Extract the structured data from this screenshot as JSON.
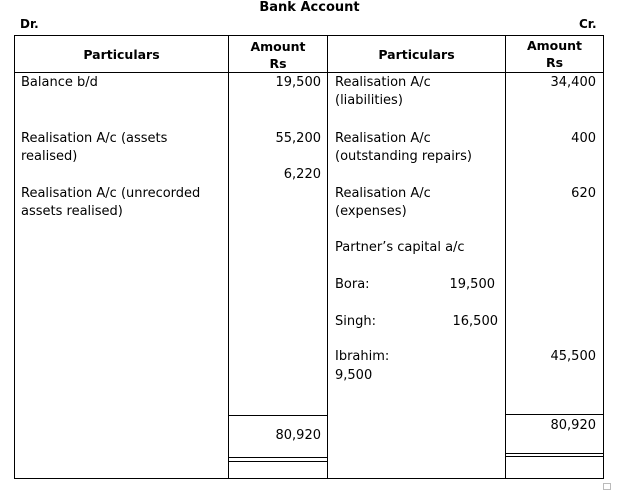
{
  "title": "Bank Account",
  "dr_label": "Dr.",
  "cr_label": "Cr.",
  "headers": {
    "particulars": "Particulars",
    "amount": "Amount",
    "currency": "Rs"
  },
  "debit": {
    "rows": [
      {
        "particulars": "Balance b/d",
        "amount": "19,500"
      },
      {
        "particulars": "Realisation A/c (assets realised)",
        "amount": "55,200"
      },
      {
        "particulars": "",
        "amount": "6,220"
      },
      {
        "particulars": "Realisation A/c (unrecorded assets realised)",
        "amount": ""
      }
    ],
    "total": "80,920"
  },
  "credit": {
    "rows": [
      {
        "particulars": "Realisation A/c (liabilities)",
        "amount": "34,400"
      },
      {
        "particulars": "Realisation A/c (outstanding repairs)",
        "amount": "400"
      },
      {
        "particulars": "Realisation A/c (expenses)",
        "amount": "620"
      },
      {
        "particulars": "Partner’s capital a/c",
        "amount": ""
      }
    ],
    "partners": [
      {
        "name": "Bora:",
        "amount": "19,500"
      },
      {
        "name": "Singh:",
        "amount": "16,500"
      },
      {
        "name": "Ibrahim:",
        "amount": "9,500"
      }
    ],
    "partners_total": "45,500",
    "total": "80,920"
  }
}
